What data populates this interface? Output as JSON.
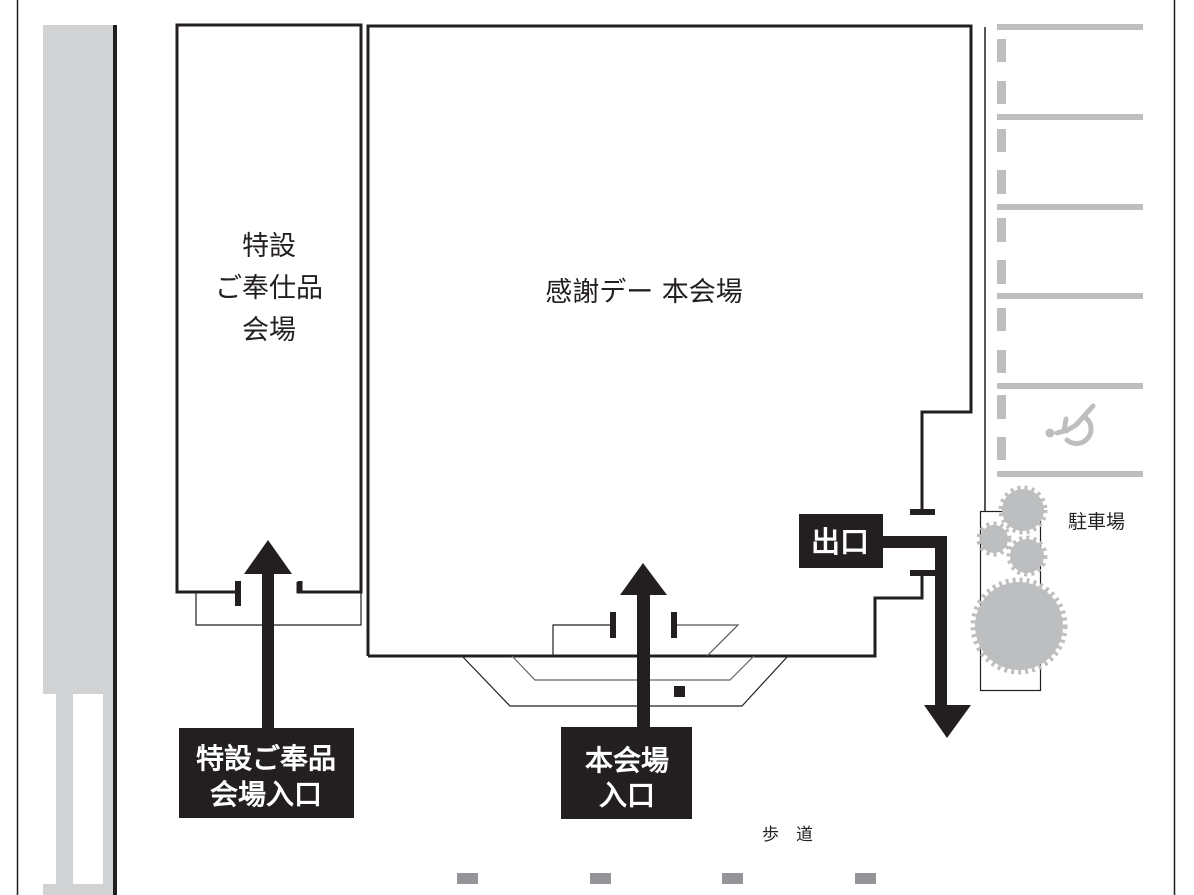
{
  "map": {
    "colors": {
      "wall": "#231f20",
      "gray_band": "#d1d2d4",
      "parking_gray": "#bcbec0",
      "tree_gray": "#bcbec0",
      "sidewalk_marker": "#939598",
      "label_bg": "#231f20",
      "label_text": "#ffffff"
    },
    "areas": {
      "special_hall": {
        "lines": [
          "特設",
          "ご奉仕品",
          "会場"
        ]
      },
      "main_hall": {
        "label": "感謝デー 本会場"
      },
      "parking": {
        "label": "駐車場"
      },
      "sidewalk": {
        "label": "歩　道"
      }
    },
    "signs": {
      "special_entrance": {
        "lines": [
          "特設ご奉品",
          "会場入口"
        ]
      },
      "main_entrance": {
        "lines": [
          "本会場",
          "入口"
        ]
      },
      "exit": {
        "label": "出口"
      }
    },
    "icons": {
      "accessible_parking": "wheelchair-icon",
      "entrance_arrow": "arrow-up-icon",
      "exit_arrow": "arrow-down-icon",
      "tree": "tree-icon"
    }
  }
}
